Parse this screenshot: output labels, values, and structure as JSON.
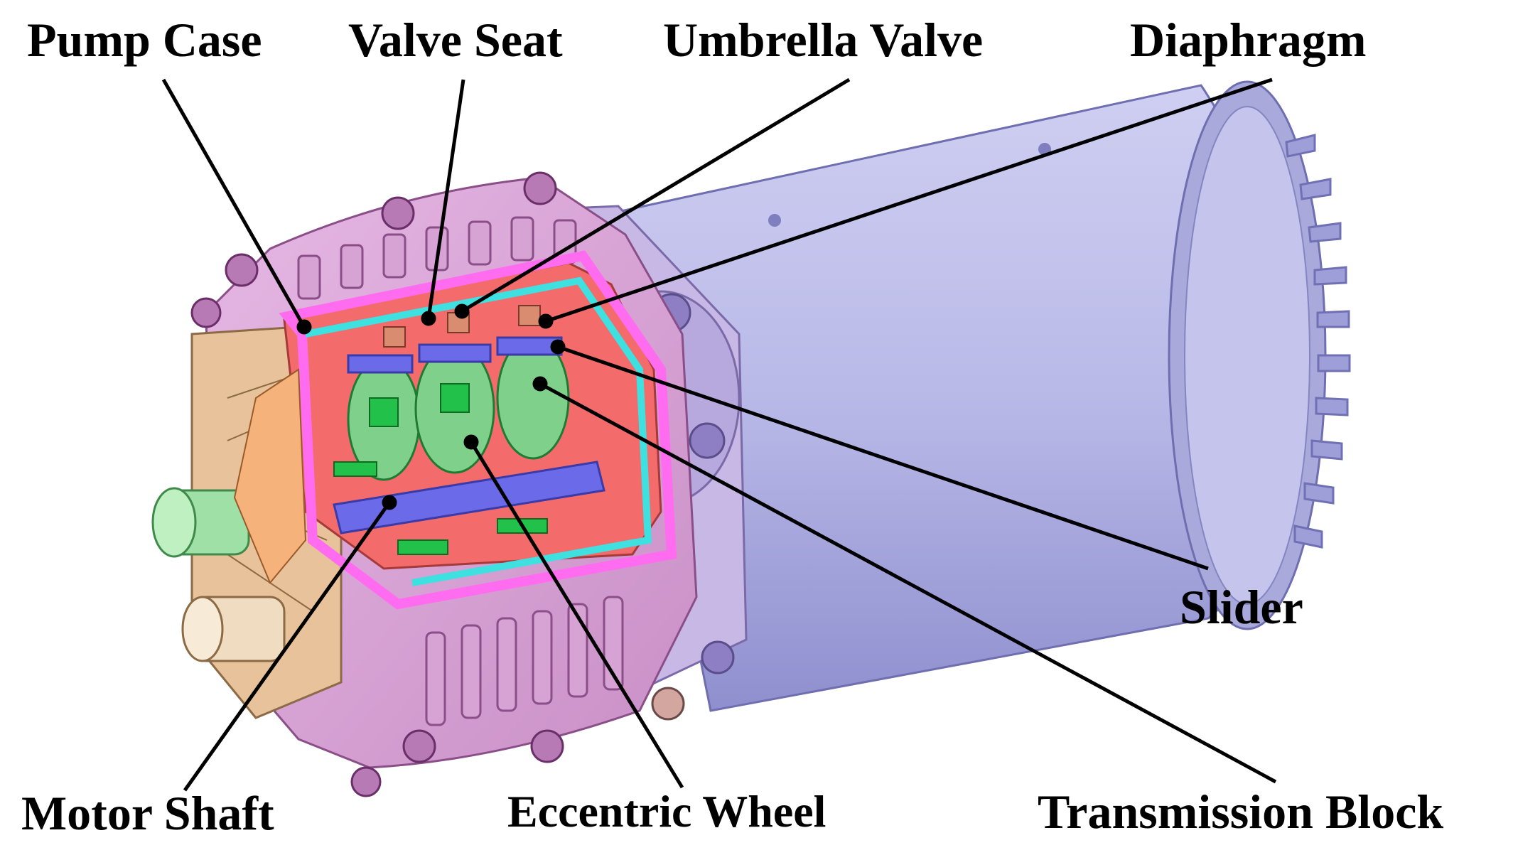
{
  "labels": {
    "pump_case": "Pump Case",
    "valve_seat": "Valve Seat",
    "umbrella_valve": "Umbrella Valve",
    "diaphragm": "Diaphragm",
    "slider": "Slider",
    "motor_shaft": "Motor Shaft",
    "eccentric_wheel": "Eccentric Wheel",
    "transmission_block": "Transmission Block"
  },
  "colors": {
    "motor_body": "#b8b8e6",
    "pump_housing": "#d9a6d6",
    "pump_case_section": "#f36b6b",
    "valve_seat_section": "#ff6cf0",
    "umbrella_valve": "#3ee0e0",
    "diaphragm": "#22c24a",
    "transmission": "#6b6bea",
    "end_cap": "#e8c29a",
    "shaft": "#9fe0a6",
    "leader_line": "#000000"
  }
}
